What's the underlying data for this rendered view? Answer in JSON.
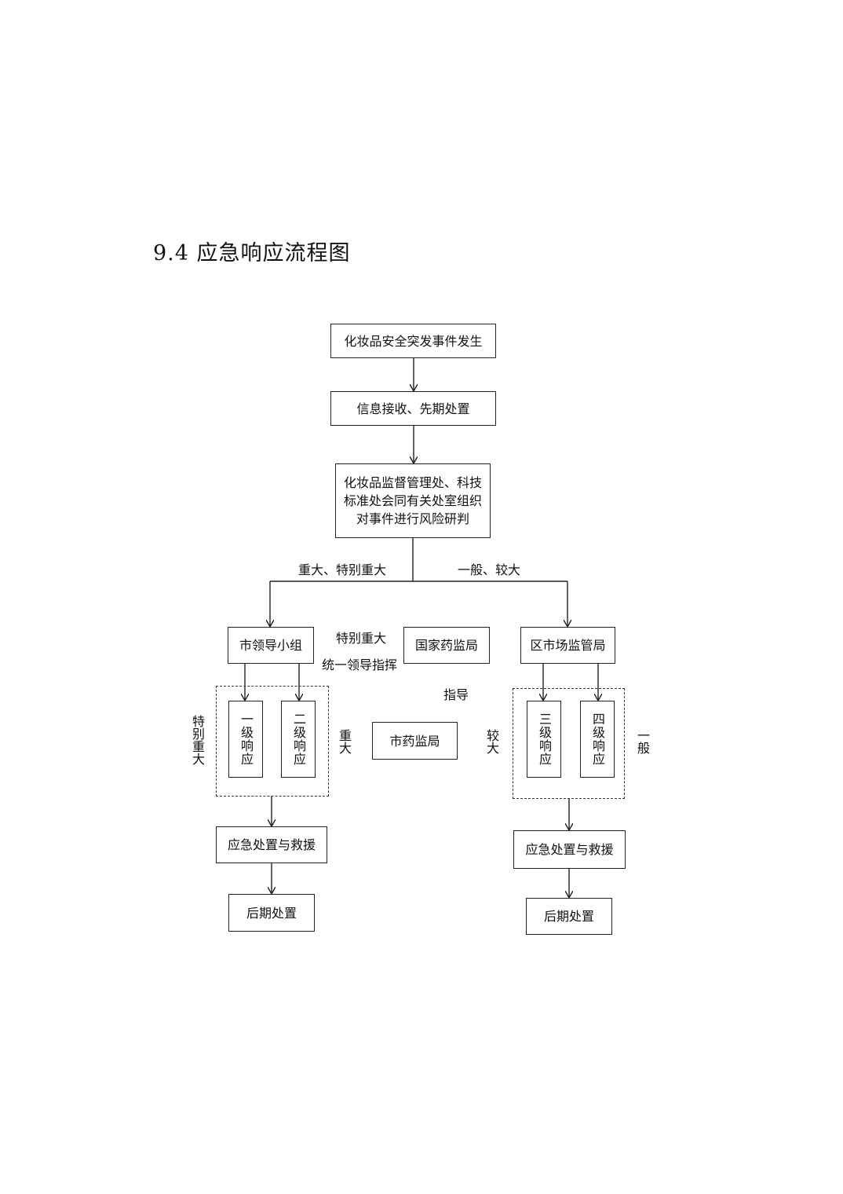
{
  "title": "9.4 应急响应流程图",
  "nodes": {
    "event": "化妆品安全突发事件发生",
    "info": "信息接收、先期处置",
    "assess_line1": "化妆品监督管理处、科技",
    "assess_line2": "标准处会同有关处室组织",
    "assess_line3": "对事件进行风险研判",
    "city_group": "市领导小组",
    "nmpa": "国家药监局",
    "district": "区市场监管局",
    "city_mpa": "市药监局",
    "level1": "一级响应",
    "level2": "二级响应",
    "level3": "三级响应",
    "level4": "四级响应",
    "left_rescue": "应急处置与救援",
    "left_after": "后期处置",
    "right_rescue": "应急处置与救援",
    "right_after": "后期处置"
  },
  "labels": {
    "branch_left": "重大、特别重大",
    "branch_right": "一般、较大",
    "nmpa_note1": "特别重大",
    "nmpa_note2": "统一领导指挥",
    "guide": "指导",
    "side_special": "特别重大",
    "side_major": "重大",
    "side_larger": "较大",
    "side_general": "一般"
  }
}
